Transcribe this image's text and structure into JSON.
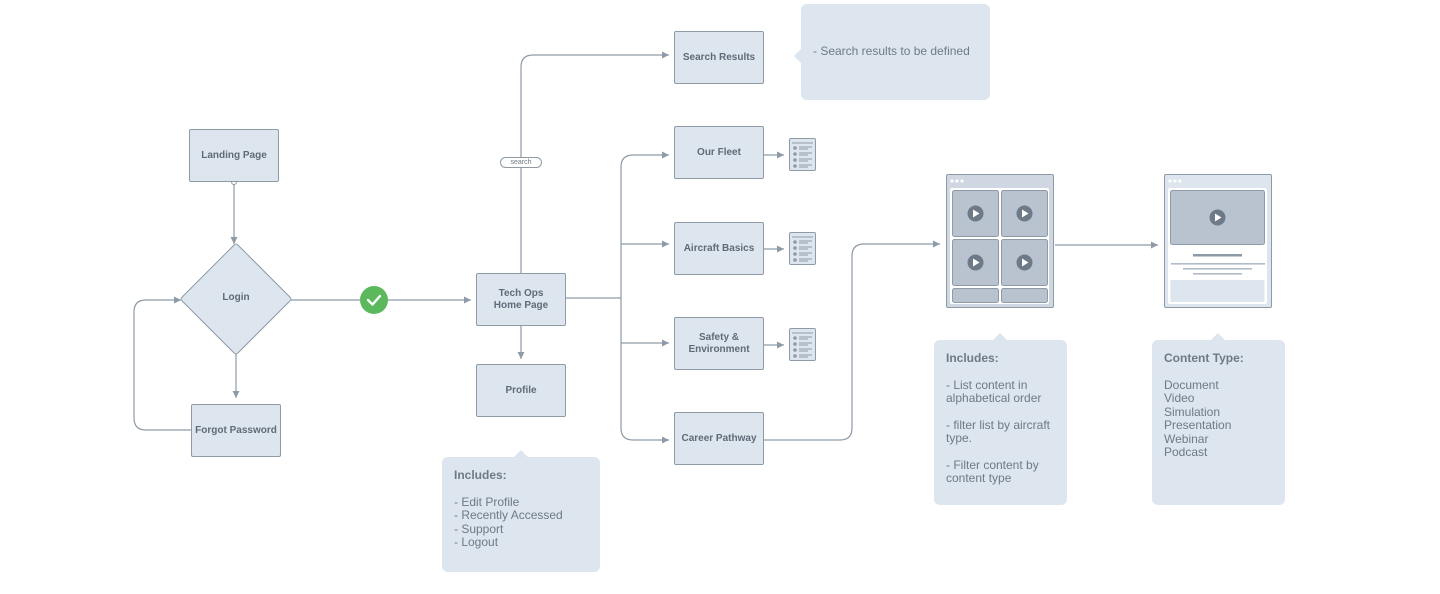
{
  "nodes": {
    "landing": "Landing Page",
    "login": "Login",
    "forgot": "Forgot Password",
    "home": "Tech Ops\nHome Page",
    "profile": "Profile",
    "search_results": "Search Results",
    "our_fleet": "Our Fleet",
    "aircraft_basics": "Aircraft Basics",
    "safety": "Safety &\nEnvironment",
    "career": "Career Pathway"
  },
  "edge_labels": {
    "search": "search"
  },
  "notes": {
    "search": {
      "text": "- Search results to be defined"
    },
    "profile": {
      "heading": "Includes:",
      "items": [
        "- Edit Profile",
        "- Recently Accessed",
        "- Support",
        "- Logout"
      ]
    },
    "list": {
      "heading": "Includes:",
      "items": [
        "- List content in\nalphabetical order",
        "- filter list by aircraft\ntype.",
        "- Filter content by\ncontent type"
      ]
    },
    "content": {
      "heading": "Content Type:",
      "items": [
        "Document",
        "Video",
        "Simulation",
        "Presentation",
        "Webinar",
        "Podcast"
      ]
    }
  },
  "colors": {
    "node_fill": "#dde5ee",
    "node_stroke": "#8e9aa6",
    "line": "#8e9aa6",
    "success": "#5cb85c"
  },
  "icons": [
    "check-icon",
    "document-list-icon",
    "play-icon",
    "browser-dots-icon"
  ]
}
